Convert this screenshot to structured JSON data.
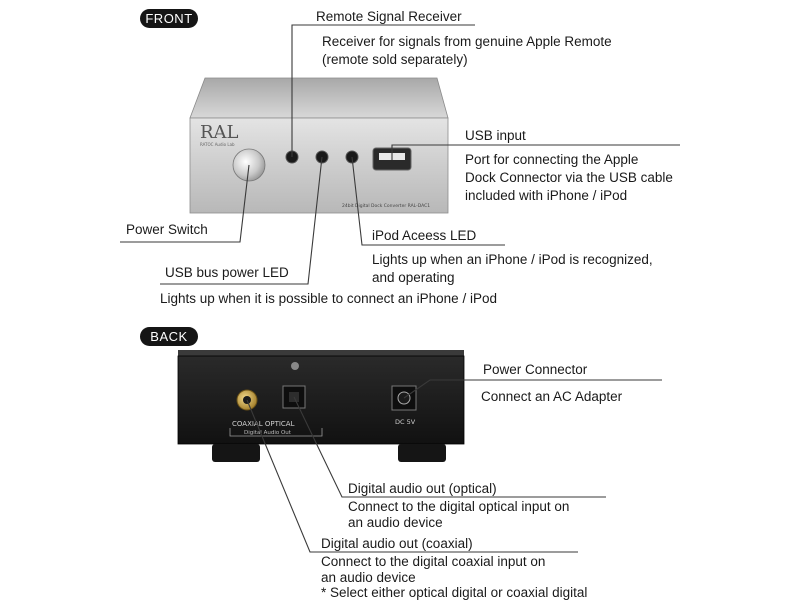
{
  "sections": {
    "front": "FRONT",
    "back": "BACK"
  },
  "device": {
    "front_logo": "RAL",
    "front_logo_sub": "RATOC Audio Lab",
    "front_model": "24bit Digital Dock Converter  RAL-DAC1",
    "back_port_label": "COAXIAL  OPTICAL",
    "back_port_sublabel": "Digital Audio Out",
    "back_power_label": "DC 5V"
  },
  "front_callouts": [
    {
      "id": "remote",
      "title": "Remote Signal Receiver",
      "desc": [
        "Receiver for signals from genuine Apple Remote",
        "(remote sold separately)"
      ]
    },
    {
      "id": "usb",
      "title": "USB input",
      "desc": [
        "Port for connecting the Apple",
        "Dock Connector via the USB cable",
        "included with iPhone / iPod"
      ]
    },
    {
      "id": "power",
      "title": "Power Switch",
      "desc": []
    },
    {
      "id": "ipod_led",
      "title": "iPod Aceess LED",
      "desc": [
        "Lights up when an iPhone / iPod is recognized,",
        "and operating"
      ]
    },
    {
      "id": "usb_led",
      "title": "USB bus power LED",
      "desc": [
        "Lights up when it is possible to connect an iPhone / iPod"
      ]
    }
  ],
  "back_callouts": [
    {
      "id": "power_conn",
      "title": "Power Connector",
      "desc": [
        "Connect an AC Adapter"
      ]
    },
    {
      "id": "optical",
      "title": "Digital audio out (optical)",
      "desc": [
        "Connect to the digital optical input on",
        "an audio device"
      ]
    },
    {
      "id": "coaxial",
      "title": "Digital audio out (coaxial)",
      "desc": [
        "Connect to the digital coaxial input on",
        "an audio device",
        "* Select either optical digital or coaxial digital"
      ]
    }
  ],
  "colors": {
    "silver_top": "#e6e6e6",
    "silver_face": "#cfcfcf",
    "black_case": "#1c1c1c",
    "gold": "#c8a24a"
  }
}
